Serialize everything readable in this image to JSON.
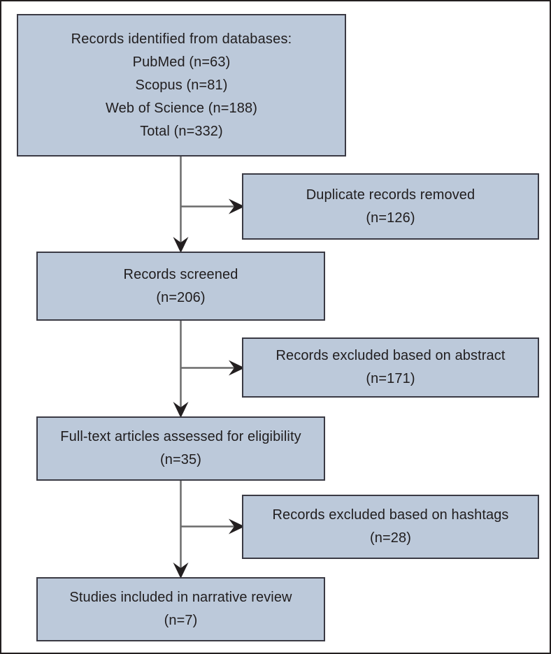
{
  "figure": {
    "kind": "prisma-flow-diagram",
    "colors": {
      "box_fill": "#bcc9da",
      "box_border": "#3a3a44",
      "connector": "#6b6b6b",
      "arrowhead": "#231f20",
      "frame_border": "#231f20",
      "text": "#201d1e",
      "background": "#ffffff"
    }
  },
  "nodes": {
    "identified": {
      "id": "records-identified",
      "lines": [
        "Records identified from databases:",
        "PubMed (n=63)",
        "Scopus (n=81)",
        "Web of Science (n=188)",
        "Total (n=332)"
      ]
    },
    "duplicates": {
      "id": "duplicate-records-removed",
      "lines": [
        "Duplicate records removed",
        "(n=126)"
      ]
    },
    "screened": {
      "id": "records-screened",
      "lines": [
        "Records screened",
        "(n=206)"
      ]
    },
    "excluded_abstract": {
      "id": "records-excluded-abstract",
      "lines": [
        "Records excluded based on abstract",
        "(n=171)"
      ]
    },
    "fulltext": {
      "id": "full-text-assessed",
      "lines": [
        "Full-text articles assessed for eligibility",
        "(n=35)"
      ]
    },
    "excluded_hashtags": {
      "id": "records-excluded-hashtags",
      "lines": [
        "Records excluded based on hashtags",
        "(n=28)"
      ]
    },
    "included": {
      "id": "studies-included",
      "lines": [
        "Studies included in narrative review",
        "(n=7)"
      ]
    }
  },
  "chart_data": {
    "type": "diagram",
    "title": "PRISMA study selection flow diagram",
    "stages": [
      {
        "label": "Records identified from databases",
        "n": 332,
        "sources": [
          {
            "name": "PubMed",
            "n": 63
          },
          {
            "name": "Scopus",
            "n": 81
          },
          {
            "name": "Web of Science",
            "n": 188
          }
        ]
      },
      {
        "label": "Duplicate records removed",
        "n": 126,
        "role": "exclusion"
      },
      {
        "label": "Records screened",
        "n": 206
      },
      {
        "label": "Records excluded based on abstract",
        "n": 171,
        "role": "exclusion"
      },
      {
        "label": "Full-text articles assessed for eligibility",
        "n": 35
      },
      {
        "label": "Records excluded based on hashtags",
        "n": 28,
        "role": "exclusion"
      },
      {
        "label": "Studies included in narrative review",
        "n": 7
      }
    ]
  }
}
